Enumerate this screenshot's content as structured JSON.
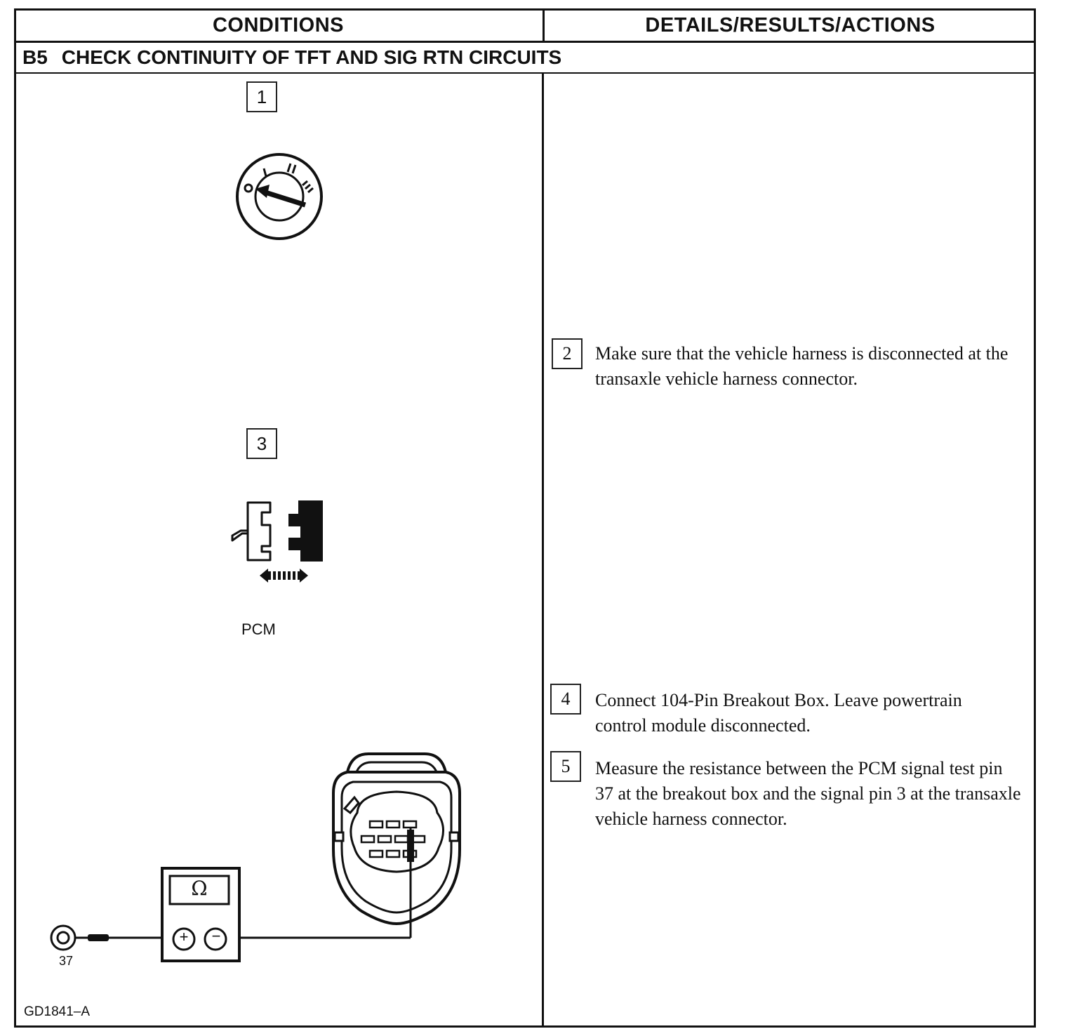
{
  "header": {
    "conditions": "CONDITIONS",
    "details": "DETAILS/RESULTS/ACTIONS"
  },
  "test": {
    "code": "B5",
    "title": "CHECK CONTINUITY OF TFT AND SIG RTN CIRCUITS"
  },
  "steps": [
    {
      "number": "1",
      "text": ""
    },
    {
      "number": "2",
      "text": "Make sure that the vehicle harness is disconnected at the transaxle vehicle harness connector."
    },
    {
      "number": "3",
      "text": ""
    },
    {
      "number": "4",
      "text": "Connect 104-Pin Breakout Box. Leave powertrain control module disconnected."
    },
    {
      "number": "5",
      "text": "Measure the resistance between the PCM signal test pin 37 at the breakout box and the signal pin 3 at the transaxle vehicle harness connector."
    }
  ],
  "illustrations": {
    "ignition_switch": {
      "icon": "ignition-switch-icon",
      "positions": [
        "O",
        "I",
        "II",
        "III"
      ],
      "selected": "O"
    },
    "connector": {
      "icon": "connector-disconnect-icon",
      "label": "PCM"
    },
    "ohmmeter": {
      "icon": "ohmmeter-icon",
      "symbol": "Ω",
      "plus": "+",
      "minus": "−"
    },
    "test_pin": {
      "icon": "test-pin-icon",
      "label": "37"
    },
    "harness_connector": {
      "icon": "harness-connector-icon"
    }
  },
  "figure_id": "GD1841–A"
}
